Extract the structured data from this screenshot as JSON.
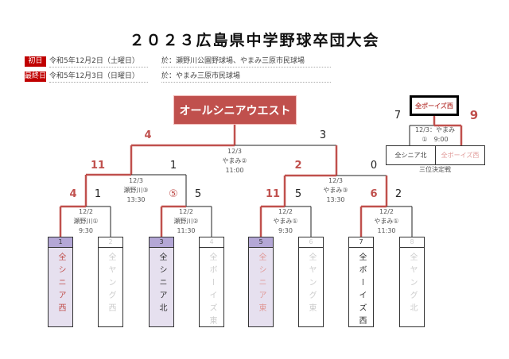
{
  "title": "２０２３広島県中学野球卒団大会",
  "schedule": [
    {
      "label": "初日",
      "date": "令和5年12月2日（土曜日）",
      "venue": "於：瀬野川公園野球場、やまみ三原市民球場"
    },
    {
      "label": "最終日",
      "date": "令和5年12月3日（日曜日）",
      "venue": "於：やまみ三原市民球場"
    }
  ],
  "champion": "オールシニアウエスト",
  "teams": [
    {
      "num": "1",
      "name": "全シニア西"
    },
    {
      "num": "2",
      "name": "全ヤング西"
    },
    {
      "num": "3",
      "name": "全シニア北"
    },
    {
      "num": "4",
      "name": "全ボーイズ東"
    },
    {
      "num": "5",
      "name": "全シニア東"
    },
    {
      "num": "6",
      "name": "全ヤング東"
    },
    {
      "num": "7",
      "name": "全ボーイズ西"
    },
    {
      "num": "8",
      "name": "全ヤング北"
    }
  ],
  "games": {
    "qf1": {
      "date": "12/2",
      "place": "瀬野川①",
      "time": "9:30",
      "left": "4",
      "right": "1"
    },
    "qf2": {
      "date": "12/2",
      "place": "瀬野川②",
      "time": "11:30",
      "left": "⑤",
      "right": "5"
    },
    "qf3": {
      "date": "12/2",
      "place": "やまみ①",
      "time": "9:30",
      "left": "11",
      "right": "5"
    },
    "qf4": {
      "date": "12/2",
      "place": "やまみ①",
      "time": "11:30",
      "left": "6",
      "right": "2"
    },
    "sf1": {
      "date": "12/3",
      "place": "瀬野川③",
      "time": "13:30",
      "left": "11",
      "right": "1"
    },
    "sf2": {
      "date": "12/3",
      "place": "やまみ③",
      "time": "13:30",
      "left": "2",
      "right": "0"
    },
    "final": {
      "date": "12/3",
      "place": "やまみ②",
      "time": "11:00",
      "left": "4",
      "right": "3"
    }
  },
  "third_place": {
    "winner": "全ボーイズ西",
    "info1": "12/3：やまみ",
    "info2": "①　9:00",
    "left_team": "全シニア北",
    "right_team": "全ボーイズ西",
    "left": "7",
    "right": "9",
    "label": "三位決定戦"
  },
  "colors": {
    "win": "#c0504d",
    "lose": "#222222"
  }
}
